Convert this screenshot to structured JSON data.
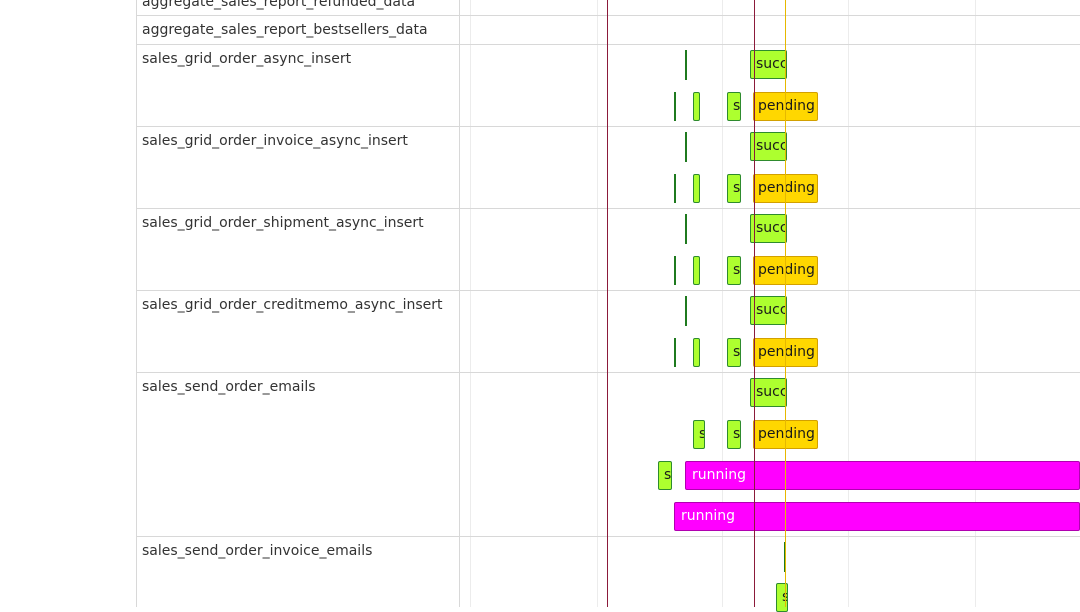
{
  "colors": {
    "success": "#adff2f",
    "pending": "#ffd700",
    "running": "#ff00ff",
    "now_line": "#8b1a3a",
    "current_line": "#e6b800"
  },
  "jobs": [
    {
      "name": "aggregate_sales_report_refunded_data"
    },
    {
      "name": "aggregate_sales_report_bestsellers_data"
    },
    {
      "name": "sales_grid_order_async_insert"
    },
    {
      "name": "sales_grid_order_invoice_async_insert"
    },
    {
      "name": "sales_grid_order_shipment_async_insert"
    },
    {
      "name": "sales_grid_order_creditmemo_async_insert"
    },
    {
      "name": "sales_send_order_emails"
    },
    {
      "name": "sales_send_order_invoice_emails"
    }
  ],
  "bars": {
    "success_label": "succ",
    "short_success_label": "s",
    "pending_label": "pending",
    "running_label": "running"
  }
}
